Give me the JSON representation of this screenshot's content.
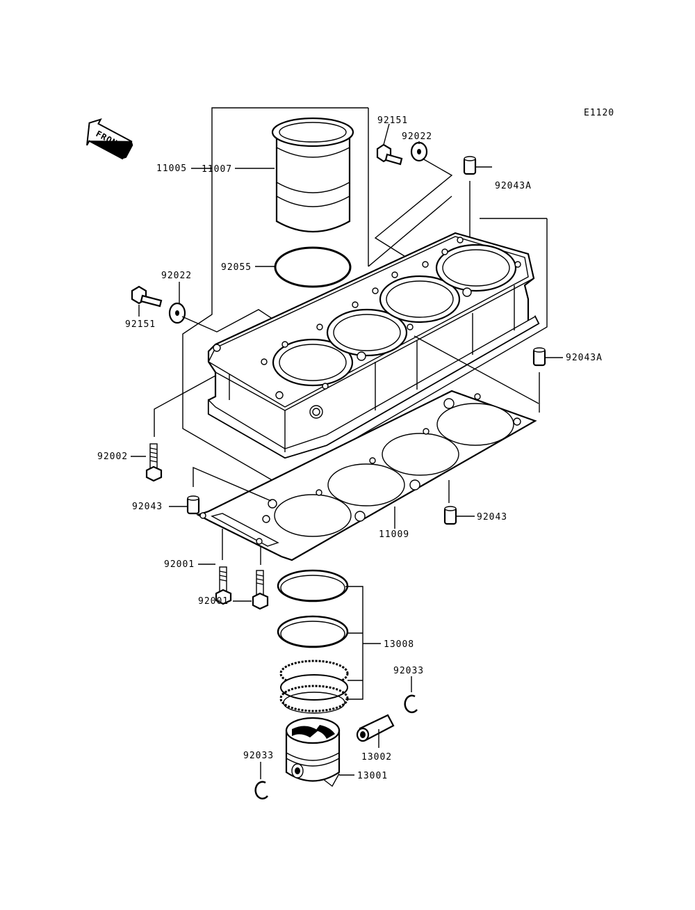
{
  "diagram_code": "E1120",
  "front_label": "FRONT",
  "labels": {
    "l11005": "11005",
    "l11007": "11007",
    "l92055": "92055",
    "l92151a": "92151",
    "l92022a": "92022",
    "l92151b": "92151",
    "l92022b": "92022",
    "l92043a1": "92043A",
    "l92043a2": "92043A",
    "l92002": "92002",
    "l92043l": "92043",
    "l92043r": "92043",
    "l11009": "11009",
    "l92001a": "92001",
    "l92001b": "92001",
    "l13008": "13008",
    "l92033r": "92033",
    "l13002": "13002",
    "l92033l": "92033",
    "l13001": "13001"
  }
}
